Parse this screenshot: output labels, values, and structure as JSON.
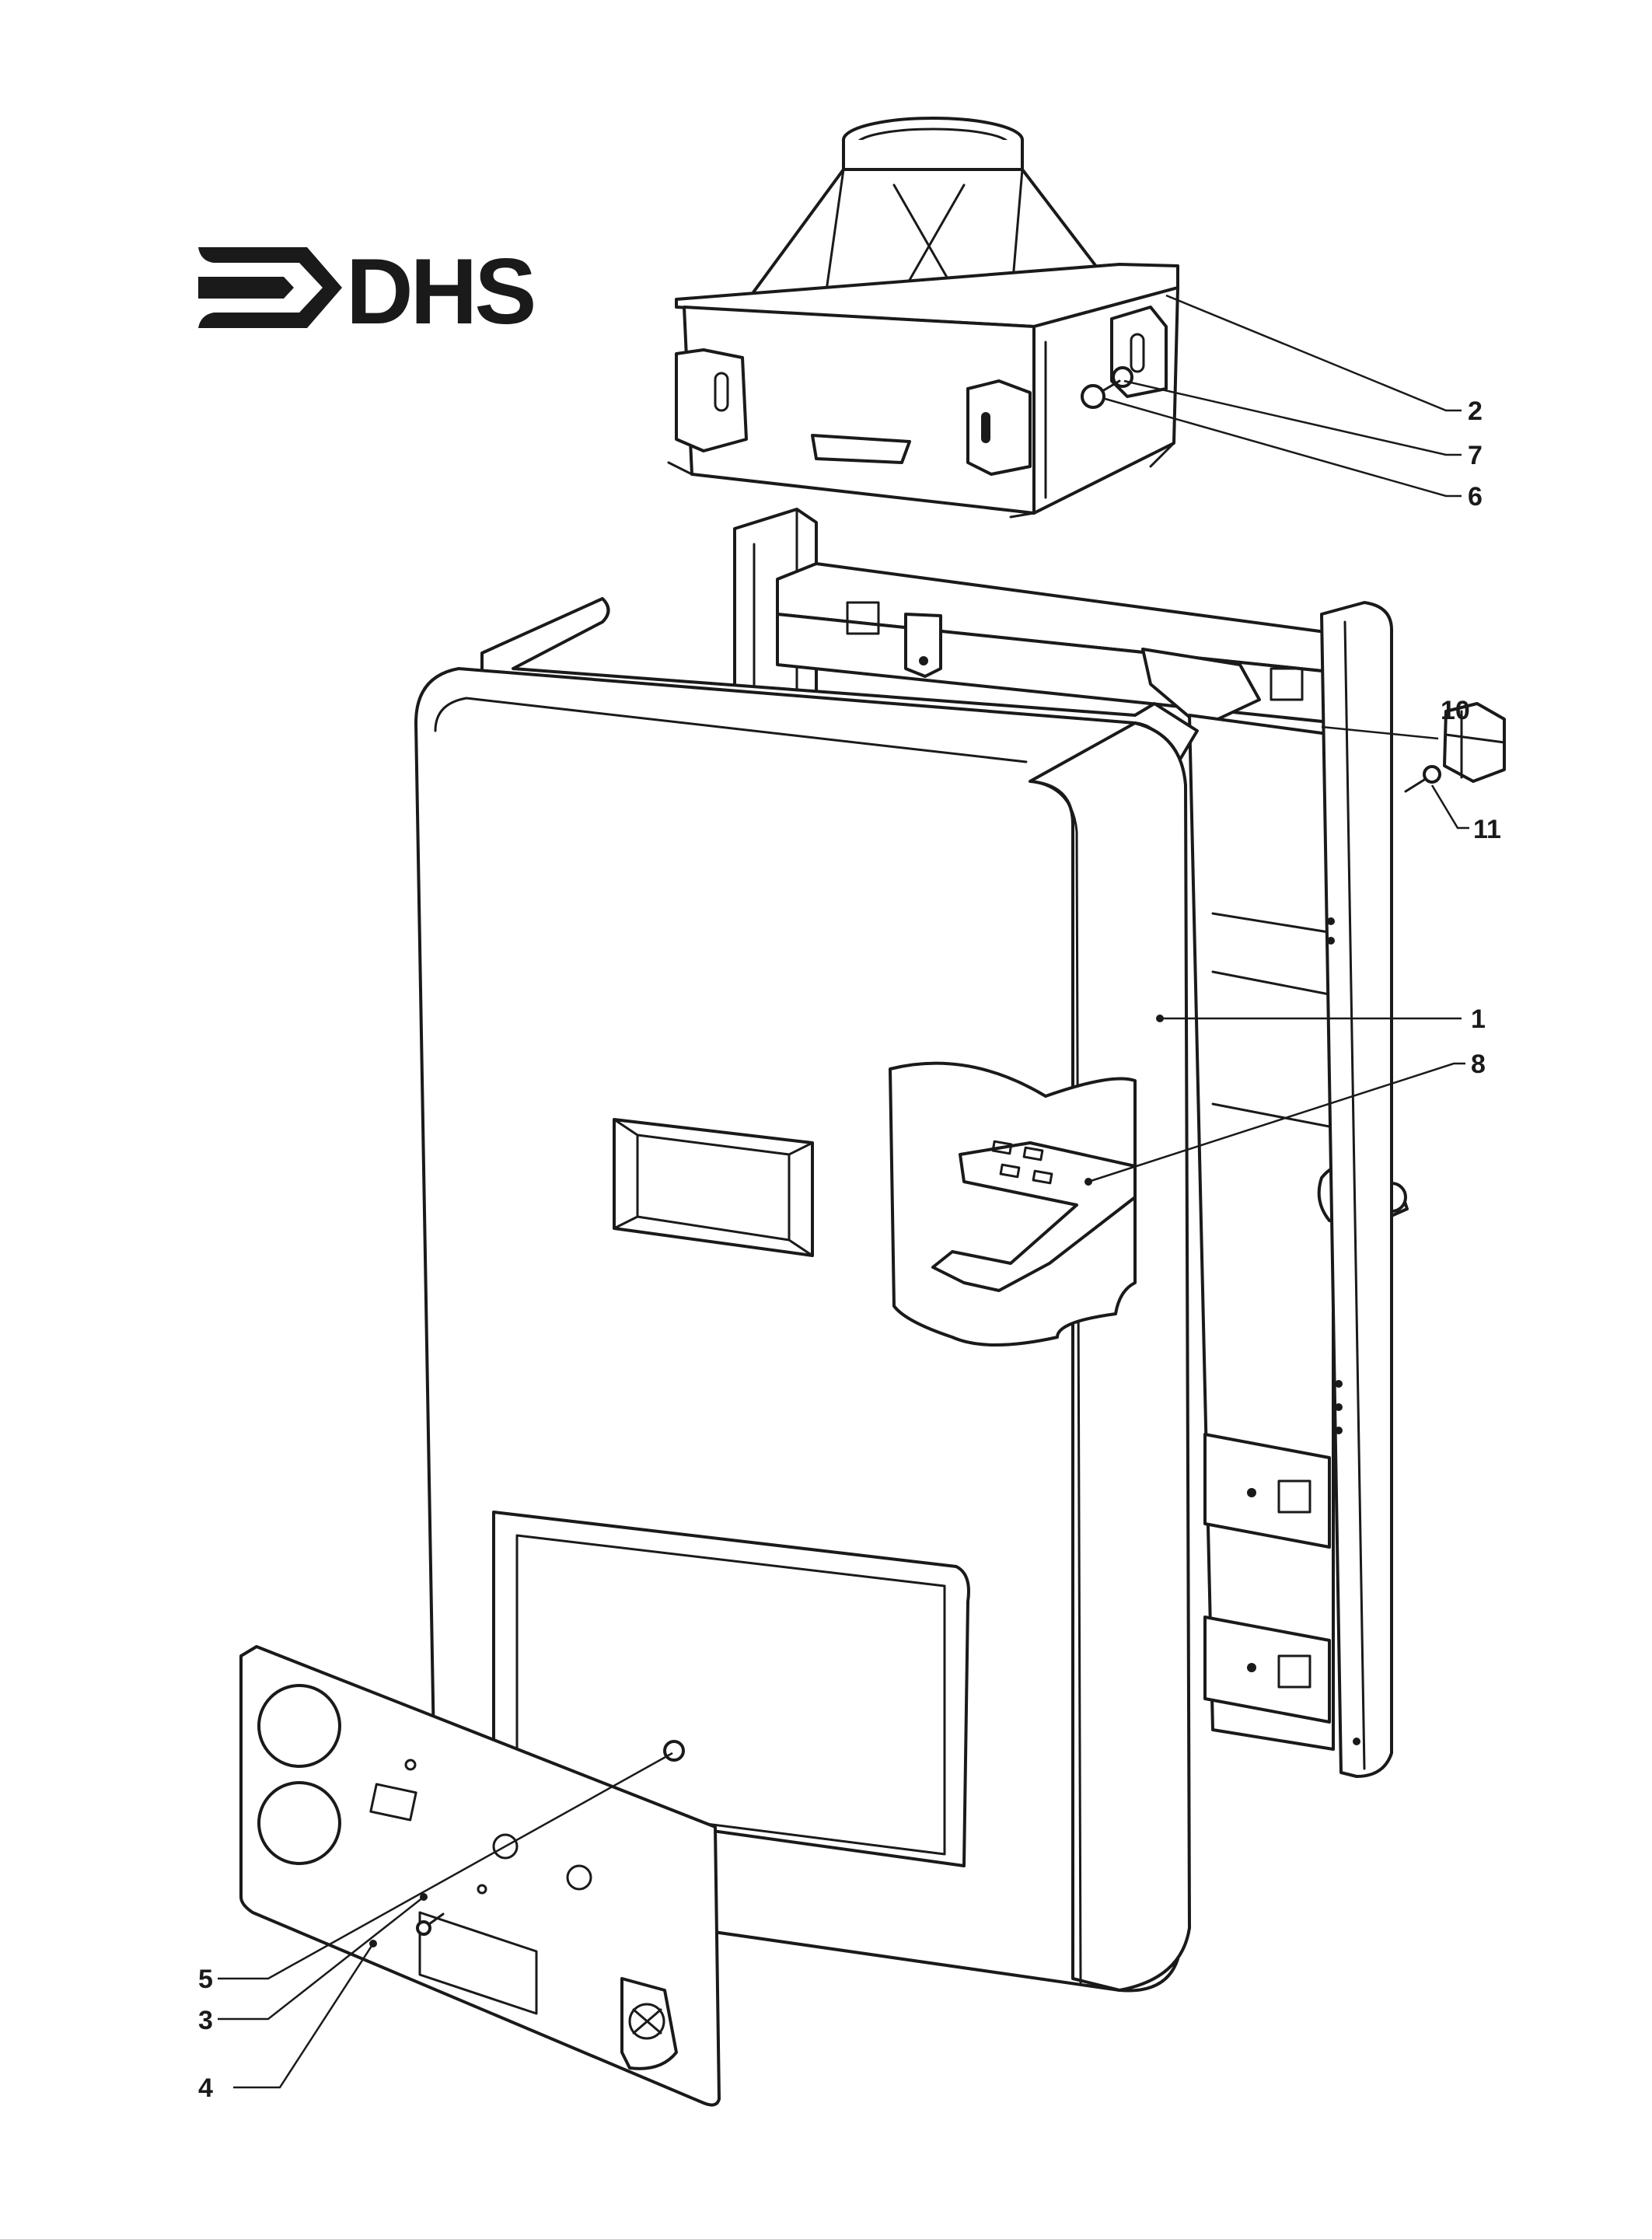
{
  "logo": {
    "text": "DHS",
    "color": "#1a1a1a"
  },
  "callouts": [
    {
      "id": "2",
      "label": "2"
    },
    {
      "id": "7",
      "label": "7"
    },
    {
      "id": "6",
      "label": "6"
    },
    {
      "id": "10",
      "label": "10"
    },
    {
      "id": "11",
      "label": "11"
    },
    {
      "id": "1",
      "label": "1"
    },
    {
      "id": "8",
      "label": "8"
    },
    {
      "id": "5",
      "label": "5"
    },
    {
      "id": "3",
      "label": "3"
    },
    {
      "id": "4",
      "label": "4"
    }
  ],
  "colors": {
    "ink": "#1a1a1a",
    "paper": "#ffffff"
  }
}
